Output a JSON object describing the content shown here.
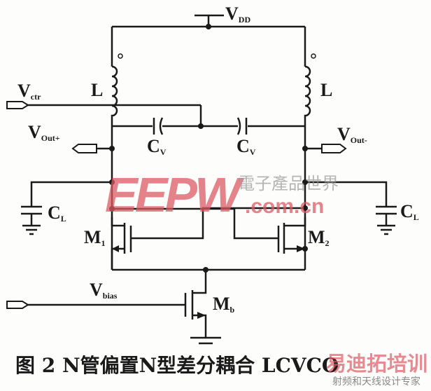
{
  "labels": {
    "vdd": "V",
    "vdd_sub": "DD",
    "l_left": "L",
    "l_right": "L",
    "vctr": "V",
    "vctr_sub": "ctr",
    "vout_plus": "V",
    "vout_plus_sub": "Out+",
    "vout_minus": "V",
    "vout_minus_sub": "Out-",
    "cv_left": "C",
    "cv_left_sub": "V",
    "cv_right": "C",
    "cv_right_sub": "V",
    "cl_left": "C",
    "cl_left_sub": "L",
    "cl_right": "C",
    "cl_right_sub": "L",
    "m1": "M",
    "m1_sub": "1",
    "m2": "M",
    "m2_sub": "2",
    "mb": "M",
    "mb_sub": "b",
    "vbias": "V",
    "vbias_sub": "bias"
  },
  "caption": "图 2  N管偏置N型差分耦合 LCVCO",
  "watermarks": {
    "eepw": "EEPW",
    "eepw_cn": "電子產品世界",
    "eepw_url": ".com.cn",
    "brand": "易迪拓培训",
    "brand_sub": "射频和天线设计专家"
  }
}
